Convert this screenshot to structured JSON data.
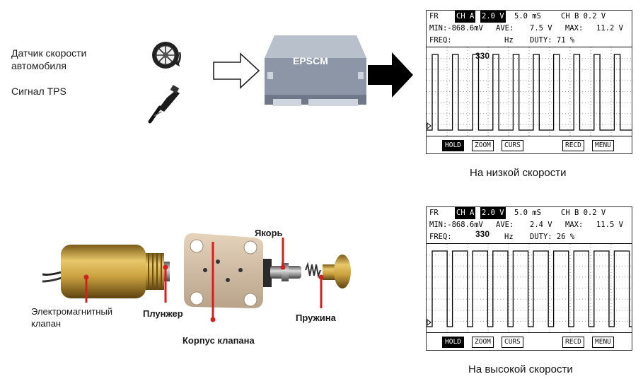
{
  "inputs": {
    "speed_sensor": "Датчик скорости\nавтомобиля",
    "tps": "Сигнал TPS"
  },
  "ecu": {
    "label": "EPSCM"
  },
  "scope_low": {
    "row1": {
      "fr": "FR",
      "cha": "CH A",
      "volt": "2.0 V",
      "time": "5.0 mS",
      "chb": "CH B 0.2 V"
    },
    "row2": {
      "min": "MIN:-868.6mV",
      "ave_l": "AVE:",
      "ave": "7.5 V",
      "max_l": "MAX:",
      "max": "11.2 V"
    },
    "row3": {
      "freq": "FREQ:",
      "unit": "Hz",
      "duty": "DUTY: 71 %"
    },
    "freq_value": "330",
    "buttons": [
      "HOLD",
      "ZOOM",
      "CURS",
      "RECD",
      "MENU"
    ],
    "duty_fraction": 0.71,
    "caption": "На низкой скорости"
  },
  "scope_high": {
    "row1": {
      "fr": "FR",
      "cha": "CH A",
      "volt": "2.0 V",
      "time": "5.0 mS",
      "chb": "CH B 0.2 V"
    },
    "row2": {
      "min": "MIN:-868.6mV",
      "ave_l": "AVE:",
      "ave": "2.4 V",
      "max_l": "MAX:",
      "max": "11.5 V"
    },
    "row3": {
      "freq": "FREQ:",
      "unit": "Hz",
      "duty": "DUTY: 26 %"
    },
    "freq_value": "330",
    "buttons": [
      "HOLD",
      "ZOOM",
      "CURS",
      "RECD",
      "MENU"
    ],
    "duty_fraction": 0.26,
    "caption": "На высокой скорости"
  },
  "valve_parts": {
    "solenoid": "Электромагнитный\nклапан",
    "plunger": "Плунжер",
    "body": "Корпус клапана",
    "armature": "Якорь",
    "spring": "Пружина"
  },
  "colors": {
    "pointer": "#d12020",
    "brass": "#c9a040",
    "ecu": "#8c96a6"
  }
}
